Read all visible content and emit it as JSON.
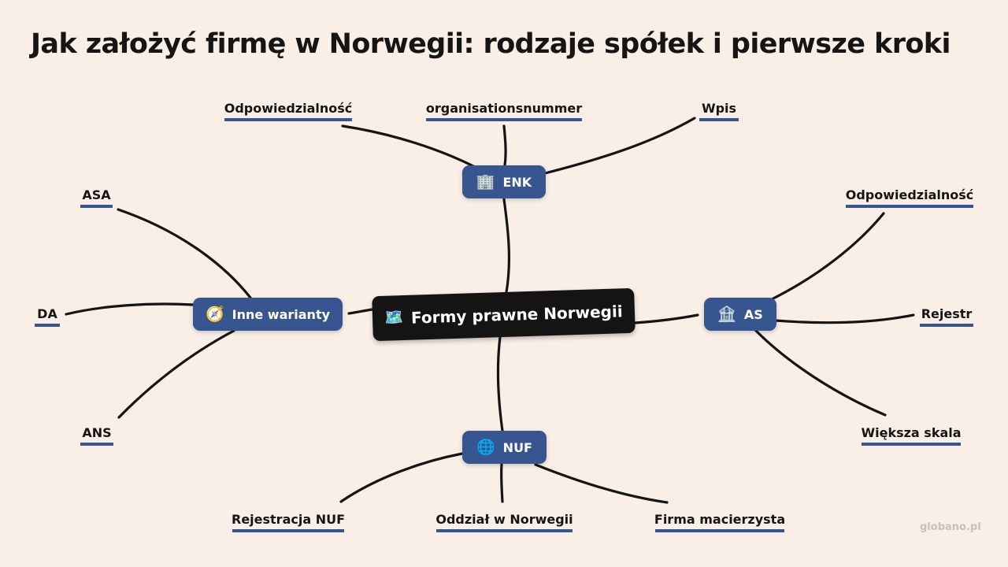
{
  "title": "Jak założyć firmę w Norwegii: rodzaje spółek i pierwsze kroki",
  "center": {
    "icon": "🗺️",
    "icon_name": "map-icon",
    "label": "Formy prawne Norwegii"
  },
  "branches": {
    "enk": {
      "icon": "🏢",
      "icon_name": "office-building-icon",
      "label": "ENK",
      "leaves": [
        "Odpowiedzialność",
        "organisationsnummer",
        "Wpis"
      ]
    },
    "as": {
      "icon": "🏦",
      "icon_name": "bank-icon",
      "label": "AS",
      "leaves": [
        "Odpowiedzialność",
        "Rejestr",
        "Większa skala"
      ]
    },
    "nuf": {
      "icon": "🌐",
      "icon_name": "globe-icon",
      "label": "NUF",
      "leaves": [
        "Rejestracja NUF",
        "Oddział w Norwegii",
        "Firma macierzysta"
      ]
    },
    "inne": {
      "icon": "🧭",
      "icon_name": "compass-icon",
      "label": "Inne warianty",
      "leaves": [
        "ASA",
        "DA",
        "ANS"
      ]
    }
  },
  "footer": "globano.pl",
  "colors": {
    "background": "#f9efe6",
    "branch": "#37558f",
    "center": "#141414",
    "line": "#151515"
  }
}
